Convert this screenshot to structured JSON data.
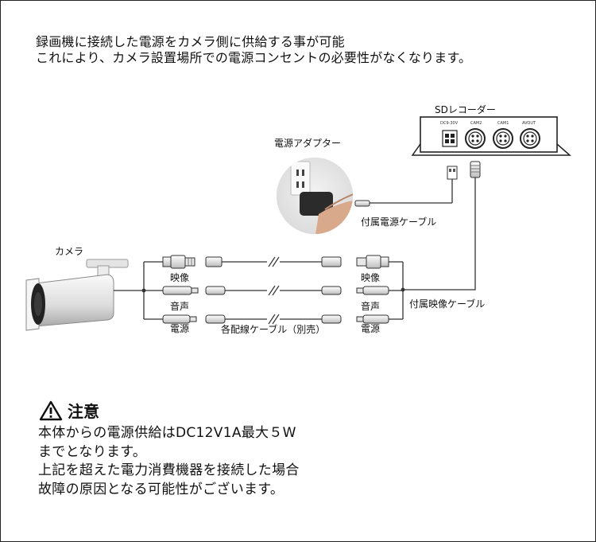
{
  "intro": {
    "line1": "録画機に接続した電源をカメラ側に供給する事が可能",
    "line2": "これにより、カメラ設置場所での電源コンセントの必要性がなくなります。"
  },
  "diagram": {
    "recorder_label": "SDレコーダー",
    "recorder_ports": [
      "DC9-30V",
      "CAM2",
      "CAM1",
      "AVOUT"
    ],
    "adapter_label": "電源アダプター",
    "camera_label": "カメラ",
    "left_connectors": [
      "映像",
      "音声",
      "電源"
    ],
    "right_connectors": [
      "映像",
      "音声",
      "電源"
    ],
    "cable_label": "各配線ケーブル（別売）",
    "power_cable_label": "付属電源ケーブル",
    "video_cable_label": "付属映像ケーブル"
  },
  "caution": {
    "title": "注意",
    "lines": [
      "本体からの電源供給はDC12V1A最大５W",
      "までとなります。",
      "上記を超えた電力消費機器を接続した場合",
      "故障の原因となる可能性がございます。"
    ]
  }
}
